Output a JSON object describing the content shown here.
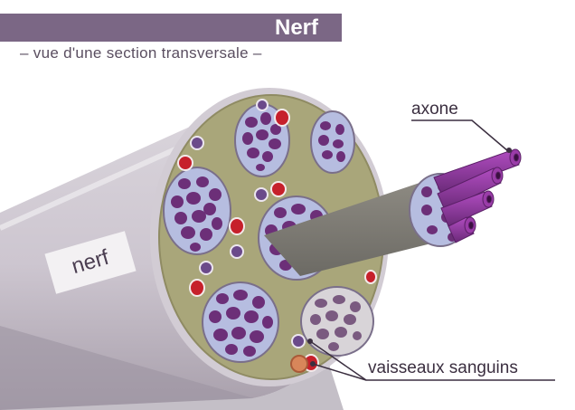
{
  "title": "Nerf",
  "subtitle": "– vue d'une section transversale –",
  "labels": {
    "axone": "axone",
    "vaisseaux": "vaisseaux sanguins",
    "nerf": "nerf"
  },
  "colors": {
    "title_bar": "#7b6785",
    "nerve_sheath": "#d6d0d8",
    "epineurium": "#a9a779",
    "fascicle_fill": "#b6bde0",
    "axon": "#6c2f78",
    "axon_tube": "#9a3ca8",
    "vessel_red": "#c6202b",
    "vessel_purple": "#6b4a8a"
  }
}
